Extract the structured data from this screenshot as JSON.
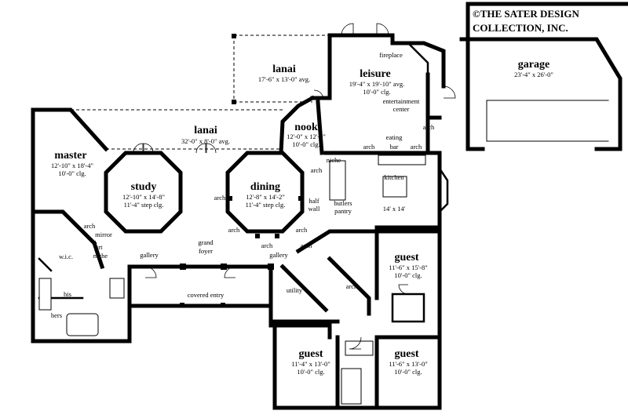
{
  "copyright": {
    "line1": "©THE SATER DESIGN",
    "line2": "COLLECTION, INC."
  },
  "rooms": {
    "garage": {
      "name": "garage",
      "dim1": "23'-4\" x 26'-0\""
    },
    "lanai_top": {
      "name": "lanai",
      "dim1": "17'-6\" x 13'-0\" avg."
    },
    "leisure": {
      "name": "leisure",
      "dim1": "19'-4\" x 19'-10\" avg.",
      "dim2": "10'-0\" clg."
    },
    "lanai_main": {
      "name": "lanai",
      "dim1": "32'-0\" x 8'-0\" avg."
    },
    "nook": {
      "name": "nook",
      "dim1": "12'-0\" x 12'-0\"",
      "dim2": "10'-0\" clg."
    },
    "master": {
      "name": "master",
      "dim1": "12'-10\" x 18'-4\"",
      "dim2": "10'-0\" clg."
    },
    "study": {
      "name": "study",
      "dim1": "12'-10\" x 14'-8\"",
      "dim2": "11'-4\" step clg."
    },
    "dining": {
      "name": "dining",
      "dim1": "12'-8\" x 14'-2\"",
      "dim2": "11'-4\" step clg."
    },
    "kitchen": {
      "name": "kitchen",
      "dim1": "14' x 14'"
    },
    "guest1": {
      "name": "guest",
      "dim1": "11'-6\" x 15'-8\"",
      "dim2": "10'-0\" clg."
    },
    "guest2": {
      "name": "guest",
      "dim1": "11'-4\" x 13'-0\"",
      "dim2": "10'-0\" clg."
    },
    "guest3": {
      "name": "guest",
      "dim1": "11'-6\" x 13'-0\"",
      "dim2": "10'-0\" clg."
    }
  },
  "labels": {
    "fireplace": "fireplace",
    "entertainment": "entertainment",
    "center": "center",
    "eating": "eating",
    "bar": "bar",
    "art": "art",
    "niche": "niche",
    "arch": "arch",
    "half": "half",
    "wall": "wall",
    "butlers": "butlers",
    "pantry": "pantry",
    "mirror": "mirror",
    "wic": "w.i.c.",
    "his": "his",
    "hers": "hers",
    "gallery": "gallery",
    "grand": "grand",
    "foyer": "foyer",
    "covered_entry": "covered entry",
    "utility": "utility"
  }
}
